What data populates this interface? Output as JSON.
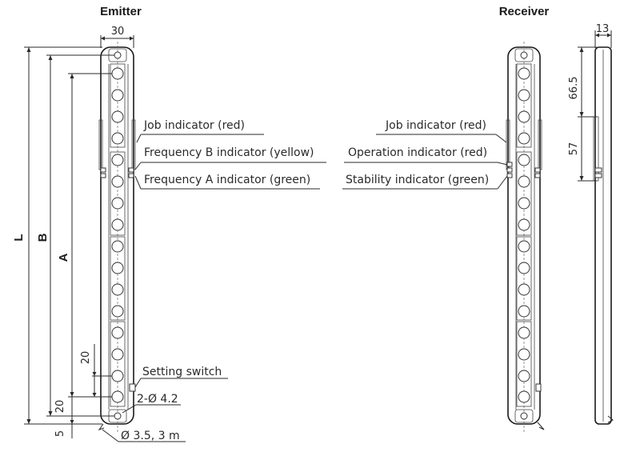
{
  "titles": {
    "emitter": "Emitter",
    "receiver": "Receiver"
  },
  "dimensions": {
    "width": "30",
    "depth": "13",
    "l": "L",
    "b": "B",
    "a": "A",
    "pitch": "20",
    "first_offset": "20",
    "end_offset": "5",
    "upper_section": "66.5",
    "lower_section": "57",
    "mount_holes": "2-Ø 4.2",
    "cable": "Ø 3.5, 3 m"
  },
  "emitter_labels": {
    "job": "Job indicator (red)",
    "freq_b": "Frequency B indicator (yellow)",
    "freq_a": "Frequency A indicator (green)",
    "setting_switch": "Setting switch"
  },
  "receiver_labels": {
    "job": "Job indicator (red)",
    "operation": "Operation indicator (red)",
    "stability": "Stability indicator (green)"
  }
}
